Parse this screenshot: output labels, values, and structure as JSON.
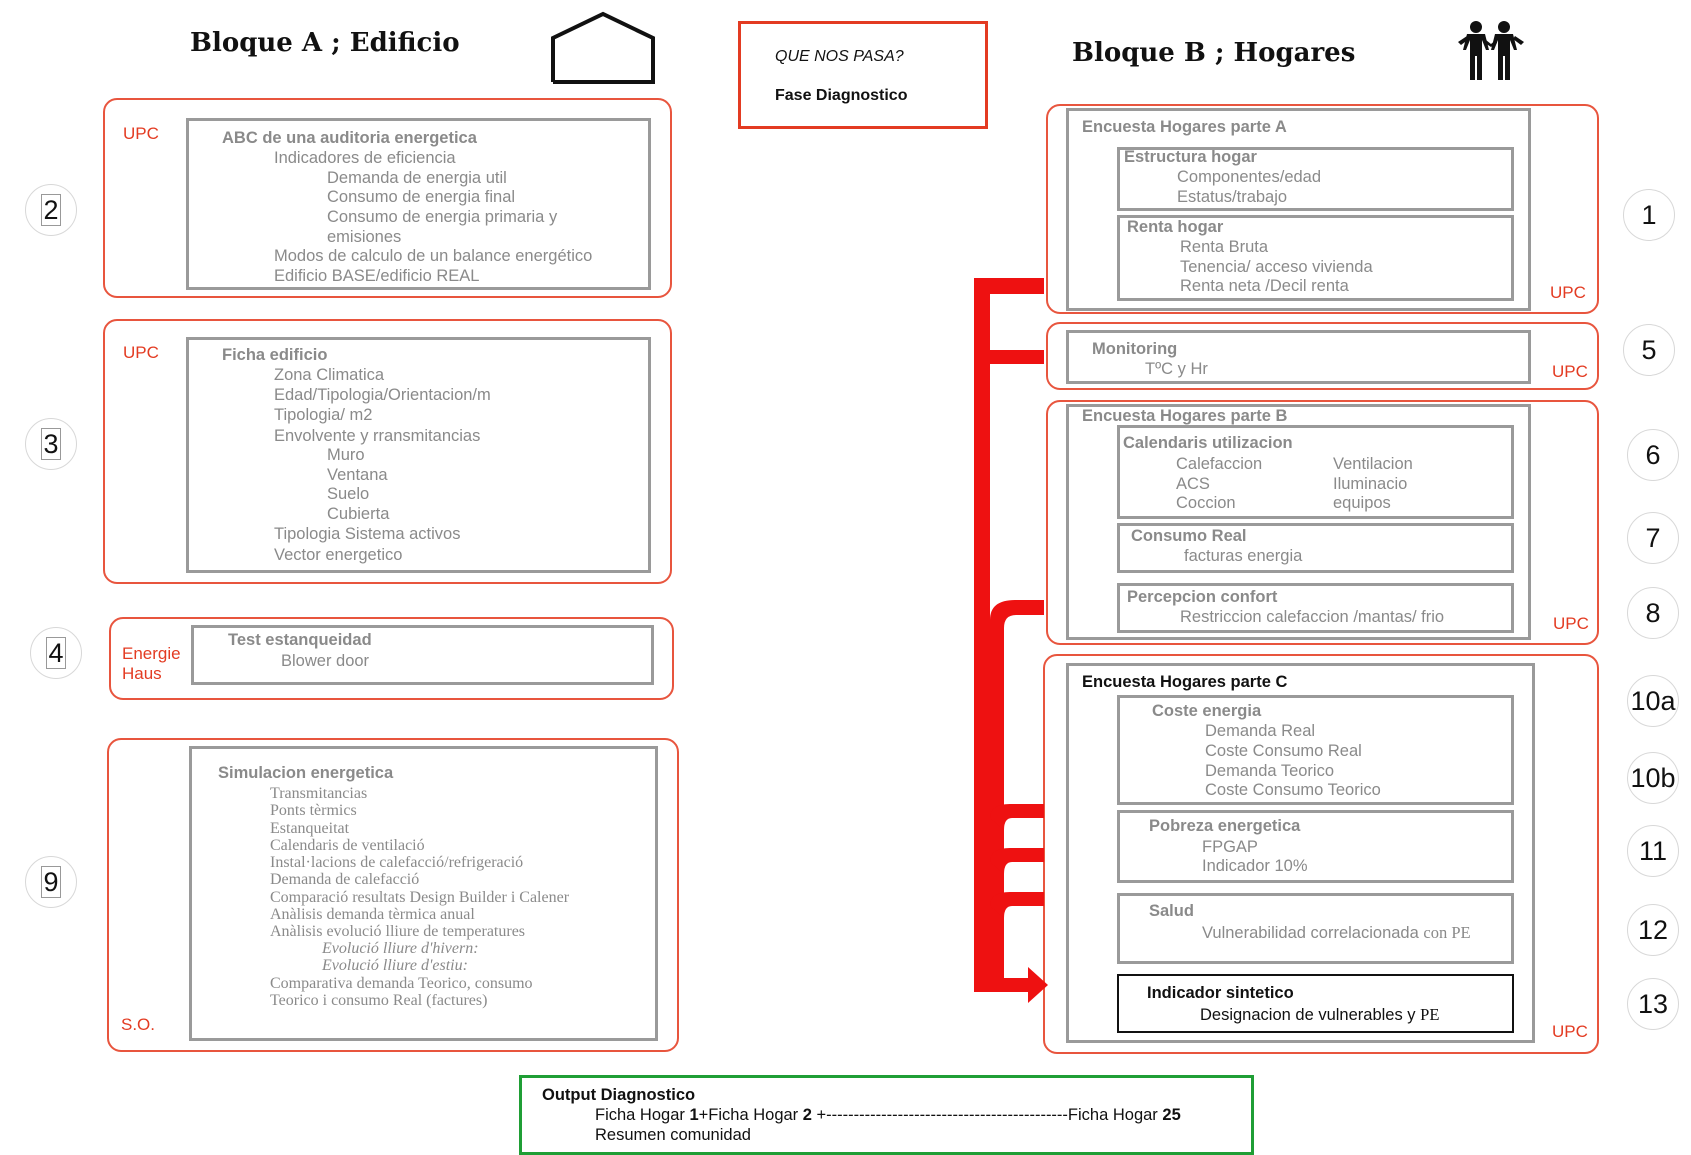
{
  "block_a": {
    "title": "Bloque A ; Edificio"
  },
  "block_b": {
    "title": "Bloque B ; Hogares"
  },
  "phase": {
    "question": "QUE NOS PASA?",
    "name": "Fase Diagnostico"
  },
  "circles": {
    "c1": "1",
    "c2": "2",
    "c3": "3",
    "c4": "4",
    "c5": "5",
    "c6": "6",
    "c7": "7",
    "c8": "8",
    "c9": "9",
    "c10a": "10a",
    "c10b": "10b",
    "c11": "11",
    "c12": "12",
    "c13": "13"
  },
  "audit": {
    "org": "UPC",
    "title": "ABC de una auditoria energetica",
    "lines": [
      "Indicadores de eficiencia",
      "Demanda de energia util",
      "Consumo de energia final",
      "Consumo de energia primaria y",
      "emisiones",
      "Modos de calculo de un balance energético",
      "Edificio BASE/edificio REAL"
    ]
  },
  "ficha": {
    "org": "UPC",
    "title": "Ficha edificio",
    "lines": [
      "Zona Climatica",
      "Edad/Tipologia/Orientacion/m",
      "Tipologia/ m2",
      "Envolvente y rransmitancias",
      "Muro",
      "Ventana",
      "Suelo",
      "Cubierta",
      "Tipologia Sistema activos",
      "Vector energetico"
    ]
  },
  "test": {
    "org_line1": "Energie",
    "org_line2": "Haus",
    "title": "Test estanqueidad",
    "line": "Blower door"
  },
  "simulacion": {
    "org": "S.O.",
    "title": "Simulacion energetica",
    "lines": [
      "Transmitancias",
      "Ponts tèrmics",
      "Estanqueitat",
      "Calendaris de ventilació",
      "Instal·lacions de calefacció/refrigeració",
      "Demanda de calefacció",
      "Comparació resultats Design Builder i Calener",
      "Anàlisis demanda tèrmica anual",
      "Anàlisis evolució lliure de temperatures",
      "Evolució lliure d'hivern:",
      "Evolució lliure d'estiu:",
      "Comparativa demanda Teorico, consumo",
      "Teorico  i consumo Real (factures)"
    ]
  },
  "encuesta_a": {
    "org": "UPC",
    "title": "Encuesta Hogares parte A",
    "estructura": {
      "title": "Estructura hogar",
      "lines": [
        "Componentes/edad",
        "Estatus/trabajo"
      ]
    },
    "renta": {
      "title": "Renta hogar",
      "lines": [
        "Renta Bruta",
        "Tenencia/ acceso vivienda",
        "Renta neta /Decil renta"
      ]
    }
  },
  "monitoring": {
    "org": "UPC",
    "title": "Monitoring",
    "line": "TºC y Hr"
  },
  "encuesta_b": {
    "org": "UPC",
    "title": "Encuesta Hogares parte B",
    "calendaris": {
      "title": "Calendaris utilizacion",
      "col1": [
        "Calefaccion",
        "ACS",
        "Coccion"
      ],
      "col2": [
        "Ventilacion",
        "Iluminacio",
        "equipos"
      ]
    },
    "consumo": {
      "title": "Consumo Real",
      "line": "facturas energia"
    },
    "percepcion": {
      "title": "Percepcion confort",
      "line": "Restriccion calefaccion /mantas/ frio"
    }
  },
  "encuesta_c": {
    "org": "UPC",
    "title": "Encuesta Hogares parte C",
    "coste": {
      "title": "Coste energia",
      "lines": [
        "Demanda Real",
        "Coste Consumo Real",
        "Demanda  Teorico",
        "Coste Consumo  Teorico"
      ]
    },
    "pobreza": {
      "title": "Pobreza energetica",
      "lines": [
        "FPGAP",
        "Indicador 10%"
      ]
    },
    "salud": {
      "title": "Salud",
      "line_a": "Vulnerabilidad correlacionada ",
      "line_b": "con PE"
    },
    "indicador": {
      "title": "Indicador sintetico",
      "line_a": "Designacion de vulnerables y ",
      "line_b": "PE"
    }
  },
  "output": {
    "title": "Output Diagnostico",
    "line1_a": "Ficha Hogar ",
    "line1_b": "1",
    "line1_c": "+Ficha Hogar ",
    "line1_d": "2",
    "line1_e": " +--------------------------------------------Ficha Hogar ",
    "line1_f": "25",
    "line2": "Resumen comunidad"
  },
  "colors": {
    "accent_red": "#e8553e",
    "arrow_red": "#ee1111",
    "output_green": "#1f9e35",
    "frame_gray": "#9a9a9a"
  }
}
